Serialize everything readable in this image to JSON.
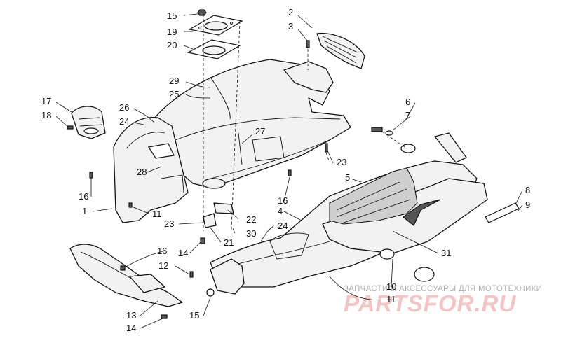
{
  "callouts": {
    "c15a": "15",
    "c19": "19",
    "c20": "20",
    "c2": "2",
    "c3": "3",
    "c29": "29",
    "c25": "25",
    "c26": "26",
    "c24a": "24",
    "c17": "17",
    "c18": "18",
    "c27": "27",
    "c6": "6",
    "c7": "7",
    "c28": "28",
    "c23a": "23",
    "c5": "5",
    "c16a": "16",
    "c16b": "16",
    "c1": "1",
    "c11a": "11",
    "c8": "8",
    "c9": "9",
    "c4": "4",
    "c22": "22",
    "c23b": "23",
    "c30": "30",
    "c24b": "24",
    "c21": "21",
    "c14a": "14",
    "c16c": "16",
    "c12": "12",
    "c31": "31",
    "c10": "10",
    "c11b": "11",
    "c13": "13",
    "c15b": "15",
    "c14b": "14"
  },
  "watermark": {
    "subtitle": "ЗАПЧАСТИ И АКСЕССУАРЫ ДЛЯ МОТОТЕХНИКИ",
    "brand": "PARTSFOR.RU"
  }
}
